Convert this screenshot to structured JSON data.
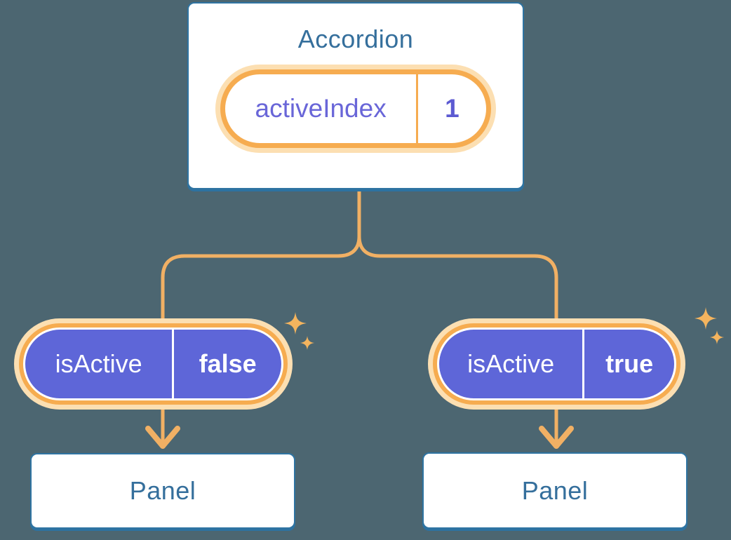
{
  "theme": {
    "background": "#4c6671",
    "card_border": "#2f74a2",
    "card_text": "#356f9c",
    "orange": "#f6ac50",
    "orange_light": "#fcdfb2",
    "line": "#f1b064",
    "sparkle": "#f4b45e",
    "purple": "#5e66d8",
    "purple_text": "#6966d8",
    "value_text": "#5c5ad2"
  },
  "tree": {
    "root": {
      "title": "Accordion",
      "state": {
        "name": "activeIndex",
        "value": "1"
      }
    },
    "children": [
      {
        "prop": {
          "name": "isActive",
          "value": "false"
        },
        "panel_title": "Panel"
      },
      {
        "prop": {
          "name": "isActive",
          "value": "true"
        },
        "panel_title": "Panel"
      }
    ]
  }
}
